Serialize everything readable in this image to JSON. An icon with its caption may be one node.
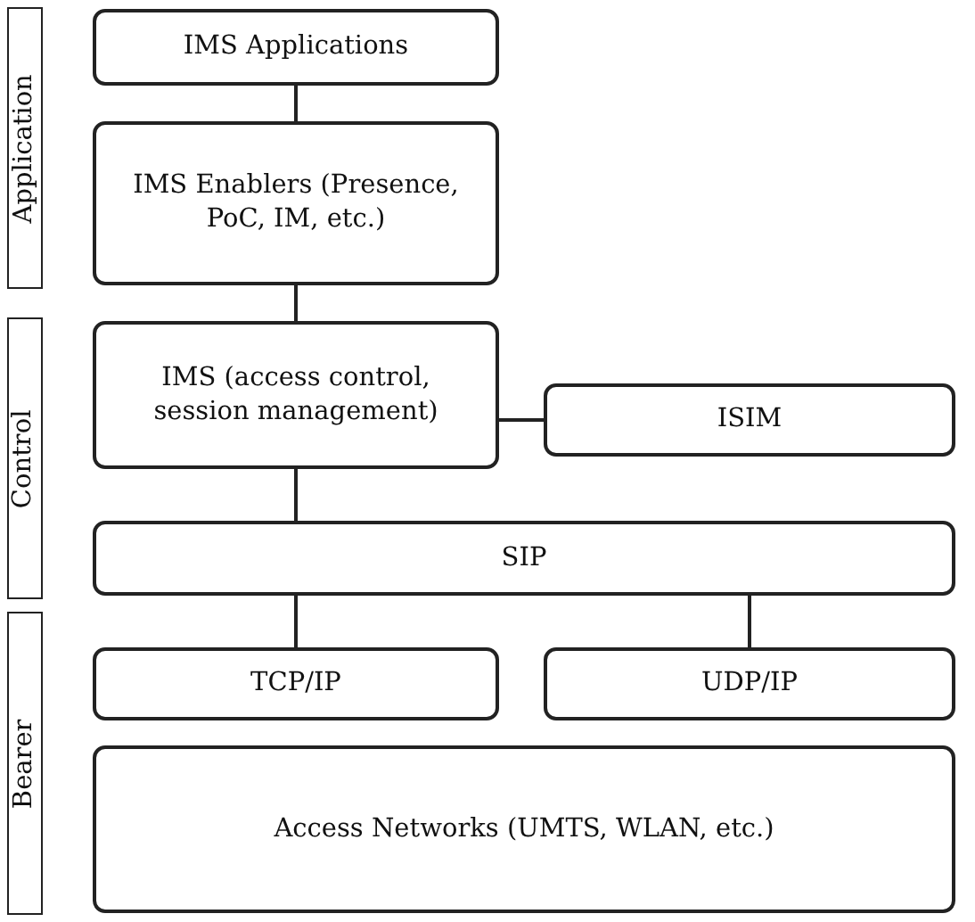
{
  "diagram": {
    "nodes": [
      {
        "text": [
          "Application"
        ]
      },
      {
        "text": [
          "Control"
        ]
      },
      {
        "text": [
          "Bearer"
        ]
      },
      {
        "text": [
          "IMS Applications"
        ]
      },
      {
        "text": [
          "IMS Enablers (Presence, PoC, IM, etc.)"
        ]
      },
      {
        "text": [
          "IMS (access control, session management)"
        ]
      },
      {
        "text": [
          "ISIM"
        ]
      },
      {
        "text": [
          "SIP"
        ]
      },
      {
        "text": [
          "TCP/IP"
        ]
      },
      {
        "text": [
          "UDP/IP"
        ]
      },
      {
        "text": [
          "Access Networks (UMTS, WLAN, etc.)"
        ]
      }
    ],
    "edges": [
      {
        "from": 3,
        "to": 4,
        "arrow": "none"
      },
      {
        "from": 4,
        "to": 5,
        "arrow": "none"
      },
      {
        "from": 5,
        "to": 6,
        "arrow": "none"
      },
      {
        "from": 5,
        "to": 7,
        "arrow": "none"
      },
      {
        "from": 7,
        "to": 8,
        "arrow": "none"
      },
      {
        "from": 7,
        "to": 9,
        "arrow": "none"
      }
    ]
  }
}
